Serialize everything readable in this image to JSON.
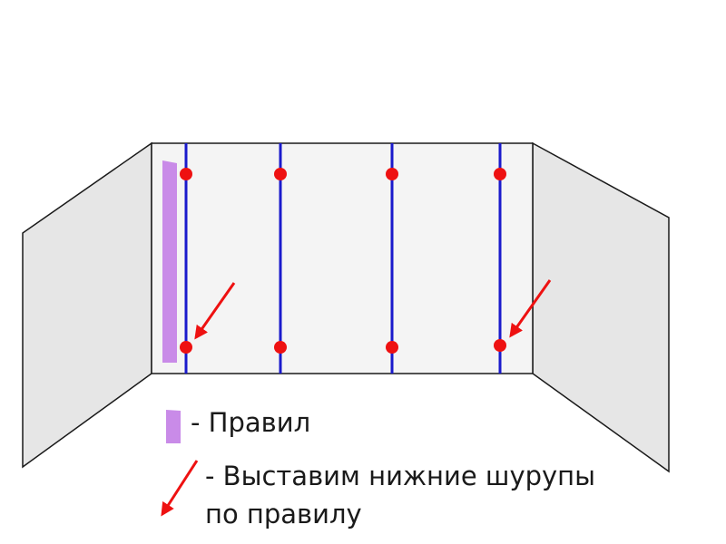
{
  "colors": {
    "background": "#ffffff",
    "side_wall": "#e6e6e6",
    "back_wall": "#f4f4f4",
    "outline": "#1a1a1a",
    "stud": "#1a1acc",
    "screw": "#ee1111",
    "arrow": "#ee1111",
    "rule": "#c98be8"
  },
  "diagram": {
    "stud_count": 4,
    "screws_per_stud": 2,
    "highlighted_screws": [
      "leftmost-bottom",
      "rightmost-bottom"
    ]
  },
  "legend": {
    "rule_item": {
      "icon": "purple-bar",
      "label": "- Правил"
    },
    "arrow_item": {
      "icon": "red-arrow",
      "line1": "- Выставим нижние шурупы",
      "line2": "по правилу"
    }
  }
}
